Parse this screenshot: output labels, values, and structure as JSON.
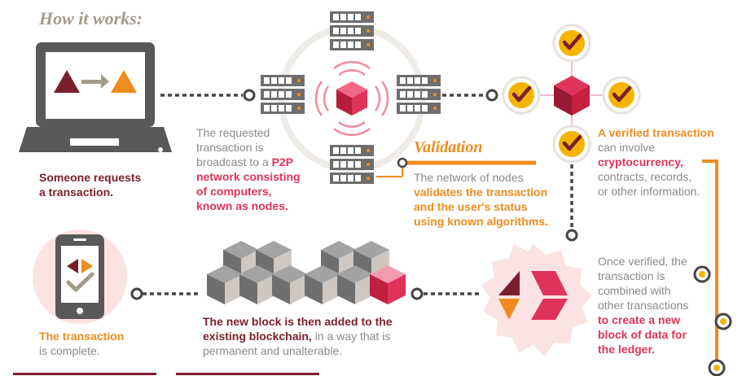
{
  "title": "How it works:",
  "steps": {
    "request": {
      "line1": "Someone requests",
      "line2": "a transaction."
    },
    "broadcast": {
      "pre": [
        "The requested",
        "transaction is",
        "broadcast to a "
      ],
      "highlight": [
        "P2P",
        "network consisting",
        "of computers,",
        "known as nodes."
      ]
    },
    "validation": {
      "heading": "Validation",
      "pre": "The network of nodes",
      "highlight": [
        "validates the transaction",
        "and the user's status",
        "using known algorithms."
      ]
    },
    "verified": {
      "lead": "A verified transaction",
      "mid": "can involve",
      "highlight": "cryptocurrency,",
      "rest": [
        "contracts, records,",
        "or other information."
      ]
    },
    "combine": {
      "pre": [
        "Once verified, the",
        "transaction is",
        "combined with",
        "other transactions"
      ],
      "highlight": [
        "to create a new",
        "block of data for",
        "the ledger."
      ]
    },
    "added": {
      "bold1": "The new block is then added to the",
      "bold2": "existing blockchain,",
      "rest1": " in a way that is",
      "rest2": "permanent and unalterable."
    },
    "complete": {
      "highlight": "The transaction",
      "rest": "is complete."
    }
  },
  "colors": {
    "dark_red": "#7a1f2e",
    "pink": "#e0335a",
    "orange": "#f08c1e",
    "gray_text": "#8a8a8a",
    "device": "#595959",
    "check_fill": "#f5b400"
  },
  "icons": {
    "laptop": "laptop-icon",
    "server": "server-icon",
    "cube": "blockchain-cube-icon",
    "check": "checkmark-badge-icon",
    "phone": "smartphone-icon",
    "block": "new-block-icon"
  }
}
